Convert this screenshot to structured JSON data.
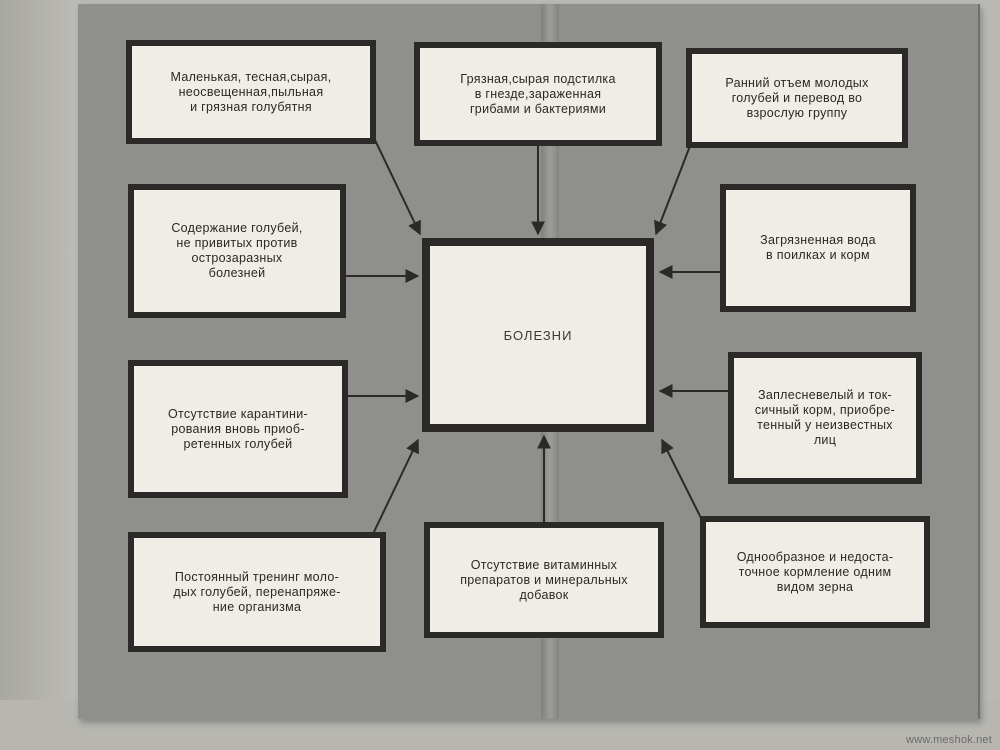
{
  "diagram": {
    "center": {
      "label": "БОЛЕЗНИ"
    },
    "causes": [
      {
        "id": "dovecote",
        "text": "Маленькая, тесная,сырая,\nнеосвещенная,пыльная\nи грязная голубятня"
      },
      {
        "id": "bedding",
        "text": "Грязная,сырая подстилка\nв гнезде,зараженная\nгрибами и бактериями"
      },
      {
        "id": "weaning",
        "text": "Ранний отъем молодых\nголубей и перевод во\nвзрослую группу"
      },
      {
        "id": "unvaccinated",
        "text": "Содержание голубей,\nне привитых против\nострозаразных\nболезней"
      },
      {
        "id": "water",
        "text": "Загрязненная вода\nв поилках и корм"
      },
      {
        "id": "quarantine",
        "text": "Отсутствие карантини-\nрования вновь приоб-\nретенных голубей"
      },
      {
        "id": "feed",
        "text": "Заплесневелый и ток-\nсичный корм, приобре-\nтенный у неизвестных\nлиц"
      },
      {
        "id": "training",
        "text": "Постоянный тренинг моло-\nдых голубей, перенапряже-\nние организма"
      },
      {
        "id": "vitamins",
        "text": "Отсутствие витаминных\nпрепаратов и минеральных\nдобавок"
      },
      {
        "id": "monotonous",
        "text": "Однообразное и недоста-\nточное кормление одним\nвидом зерна"
      }
    ]
  },
  "watermark": "www.meshok.net",
  "colors": {
    "page": "#8f8f8d",
    "box": "#efede6",
    "border": "#2b2a28",
    "arrow": "#2b2a28"
  }
}
